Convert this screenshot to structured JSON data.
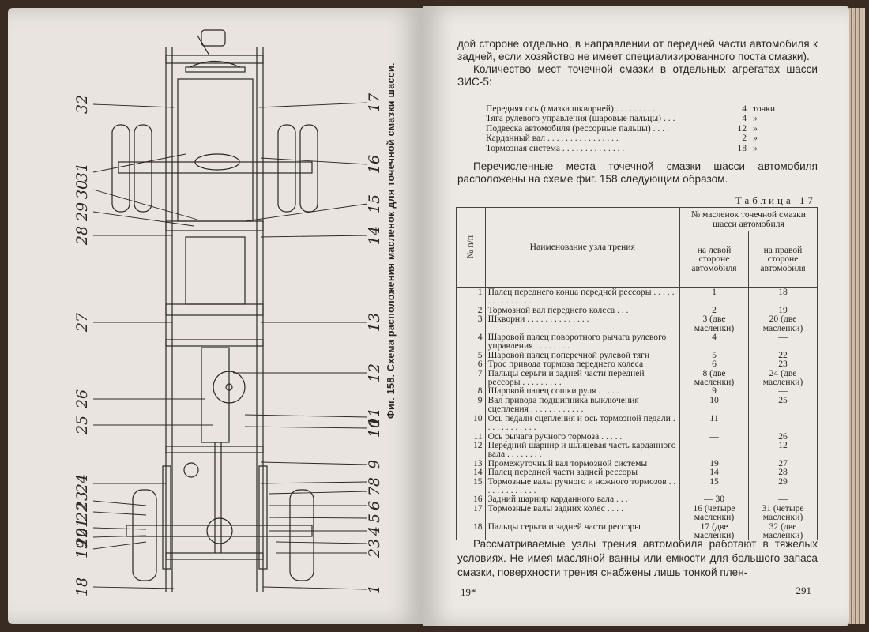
{
  "left_page": {
    "caption": "Фиг. 158. Схема расположения масленок для точечной смазки шасси.",
    "callouts_left": [
      "32",
      "31",
      "30",
      "29",
      "28",
      "27",
      "26",
      "25",
      "24",
      "23",
      "22",
      "21",
      "20",
      "19",
      "18"
    ],
    "callouts_right": [
      "17",
      "16",
      "15",
      "14",
      "13",
      "12",
      "11",
      "10",
      "9",
      "8",
      "7",
      "6",
      "5",
      "4",
      "3",
      "2",
      "1"
    ]
  },
  "right_page": {
    "para1": "дой стороне отдельно, в направлении от передней части автомобиля к задней, если хозяйство не имеет специализированного поста смазки).",
    "para2": "Количество мест точечной смазки в отдельных агрегатах шасси ЗИС-5:",
    "spec_list": [
      {
        "name": "Передняя ось (смазка шкворней) . . . . . . . . .",
        "value": "4",
        "unit": "точки"
      },
      {
        "name": "Тяга рулевого управления (шаровые пальцы) . . .",
        "value": "4",
        "unit": "»"
      },
      {
        "name": "Подвеска автомобиля (рессорные пальцы) . . . .",
        "value": "12",
        "unit": "»"
      },
      {
        "name": "Карданный вал . . . . . . . . . . . . . . . .",
        "value": "2",
        "unit": "»"
      },
      {
        "name": "Тормозная система . . . . . . . . . . . . . .",
        "value": "18",
        "unit": "»"
      }
    ],
    "para3": "Перечисленные места точечной смазки шасси автомобиля расположены на схеме фиг. 158 следующим образом.",
    "table_title": "Таблица 17",
    "table": {
      "h_num": "№ п/п",
      "h_name": "Наименование узла трения",
      "h_group": "№ масленок точечной смазки шасси автомобиля",
      "h_left": "на левой стороне автомобиля",
      "h_right": "на правой стороне автомобиля",
      "rows": [
        {
          "n": "1",
          "name": "Палец переднего конца передней рессоры . . . . . . . . . . . . . . .",
          "l": "1",
          "r": "18"
        },
        {
          "n": "2",
          "name": "Тормозной вал переднего колеса . . .",
          "l": "2",
          "r": "19"
        },
        {
          "n": "3",
          "name": "Шкворни . . . . . . . . . . . . . .",
          "l": "3 (две масленки)",
          "r": "20 (две масленки)"
        },
        {
          "n": "4",
          "name": "Шаровой палец поворотного рычага рулевого управления . . . . . . . .",
          "l": "4",
          "r": "—"
        },
        {
          "n": "5",
          "name": "Шаровой палец поперечной рулевой тяги",
          "l": "5",
          "r": "22"
        },
        {
          "n": "6",
          "name": "Трос привода тормоза переднего колеса",
          "l": "6",
          "r": "23"
        },
        {
          "n": "7",
          "name": "Пальцы серьги и задней части передней рессоры . . . . . . . . .",
          "l": "8 (две масленки)",
          "r": "24 (две масленки)"
        },
        {
          "n": "8",
          "name": "Шаровой палец сошки руля . . . . .",
          "l": "9",
          "r": "—"
        },
        {
          "n": "9",
          "name": "Вал привода подшипника выключения сцепления . . . . . . . . . . . .",
          "l": "10",
          "r": "25"
        },
        {
          "n": "10",
          "name": "Ось педали сцепления и ось тормозной педали . . . . . . . . . . . .",
          "l": "11",
          "r": "—"
        },
        {
          "n": "11",
          "name": "Ось рычага ручного тормоза . . . . .",
          "l": "—",
          "r": "26"
        },
        {
          "n": "12",
          "name": "Передний шарнир и шлицевая часть карданного вала . . . . . . . .",
          "l": "—",
          "r": "12"
        },
        {
          "n": "13",
          "name": "Промежуточный вал тормозной системы",
          "l": "19",
          "r": "27"
        },
        {
          "n": "14",
          "name": "Палец передней части задней рессоры",
          "l": "14",
          "r": "28"
        },
        {
          "n": "15",
          "name": "Тормозные валы ручного и ножного тормозов . . . . . . . . . . . . .",
          "l": "15",
          "r": "29"
        },
        {
          "n": "16",
          "name": "Задний шарнир карданного вала . . .",
          "l": "—  30",
          "r": "—"
        },
        {
          "n": "17",
          "name": "Тормозные валы задних колес . . . .",
          "l": "16 (четыре масленки)",
          "r": "31 (четыре масленки)"
        },
        {
          "n": "18",
          "name": "Пальцы серьги и задней части рессоры",
          "l": "17 (две масленки)",
          "r": "32 (две масленки)"
        }
      ]
    },
    "para4": "Рассматриваемые узлы трения автомобиля работают в тяжелых условиях. Не имея масляной ванны или емкости для большого запаса смазки, поверхности трения снабжены лишь тонкой плен-",
    "footer_left": "19*",
    "page_number": "291"
  }
}
